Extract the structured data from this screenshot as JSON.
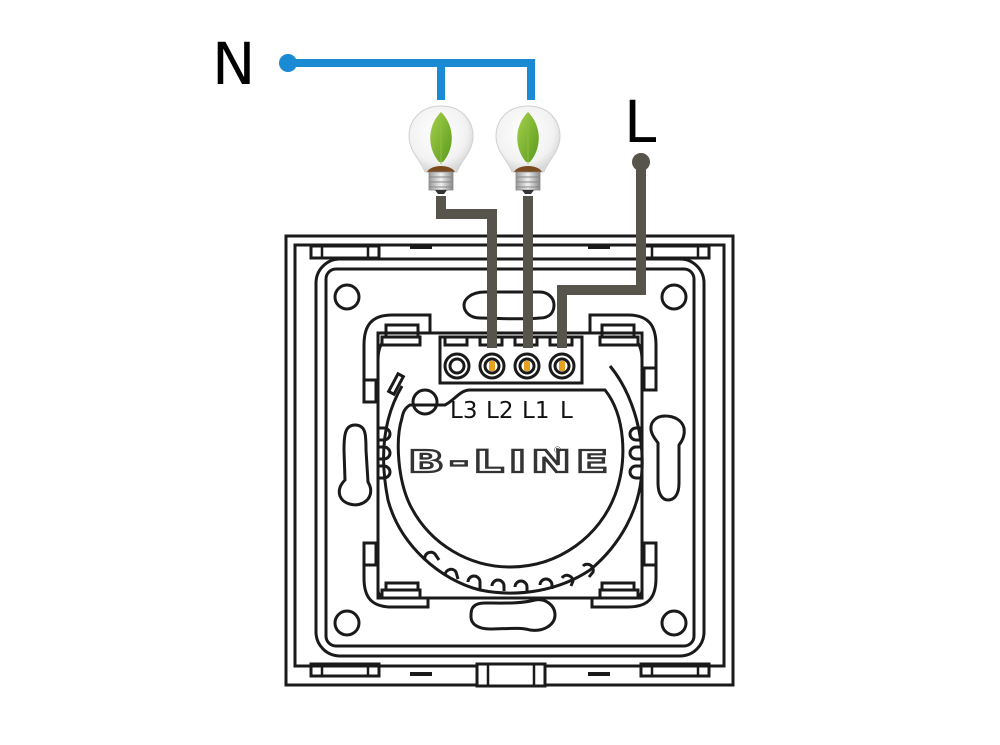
{
  "diagram": {
    "title": "Two-gang switch wiring diagram",
    "labels": {
      "neutral": "N",
      "live": "L"
    },
    "brand": {
      "name": "B-LINE",
      "registered_mark": "®"
    },
    "terminals": [
      {
        "label": "L3",
        "connected": false
      },
      {
        "label": "L2",
        "connected": true
      },
      {
        "label": "L1",
        "connected": true
      },
      {
        "label": "L",
        "connected": true
      }
    ],
    "bulbs": [
      {
        "name": "bulb-1",
        "icon": "eco-bulb-leaf-icon",
        "connects_to": "L2"
      },
      {
        "name": "bulb-2",
        "icon": "eco-bulb-leaf-icon",
        "connects_to": "L1"
      }
    ],
    "wires": [
      {
        "name": "neutral-wire",
        "from": "N",
        "to": [
          "bulb-1",
          "bulb-2"
        ]
      },
      {
        "name": "live-wire",
        "from": "L",
        "to": "L"
      },
      {
        "name": "load-wire-1",
        "from": "bulb-1",
        "to": "L2"
      },
      {
        "name": "load-wire-2",
        "from": "bulb-2",
        "to": "L1"
      }
    ],
    "colors": {
      "neutral_wire": "#1a8ad4",
      "live_wire": "#57544c",
      "outline": "#1a1a1a",
      "terminal_contact": "#e8a020",
      "leaf": "#7ab32e",
      "soil": "#7a4a1e"
    }
  }
}
